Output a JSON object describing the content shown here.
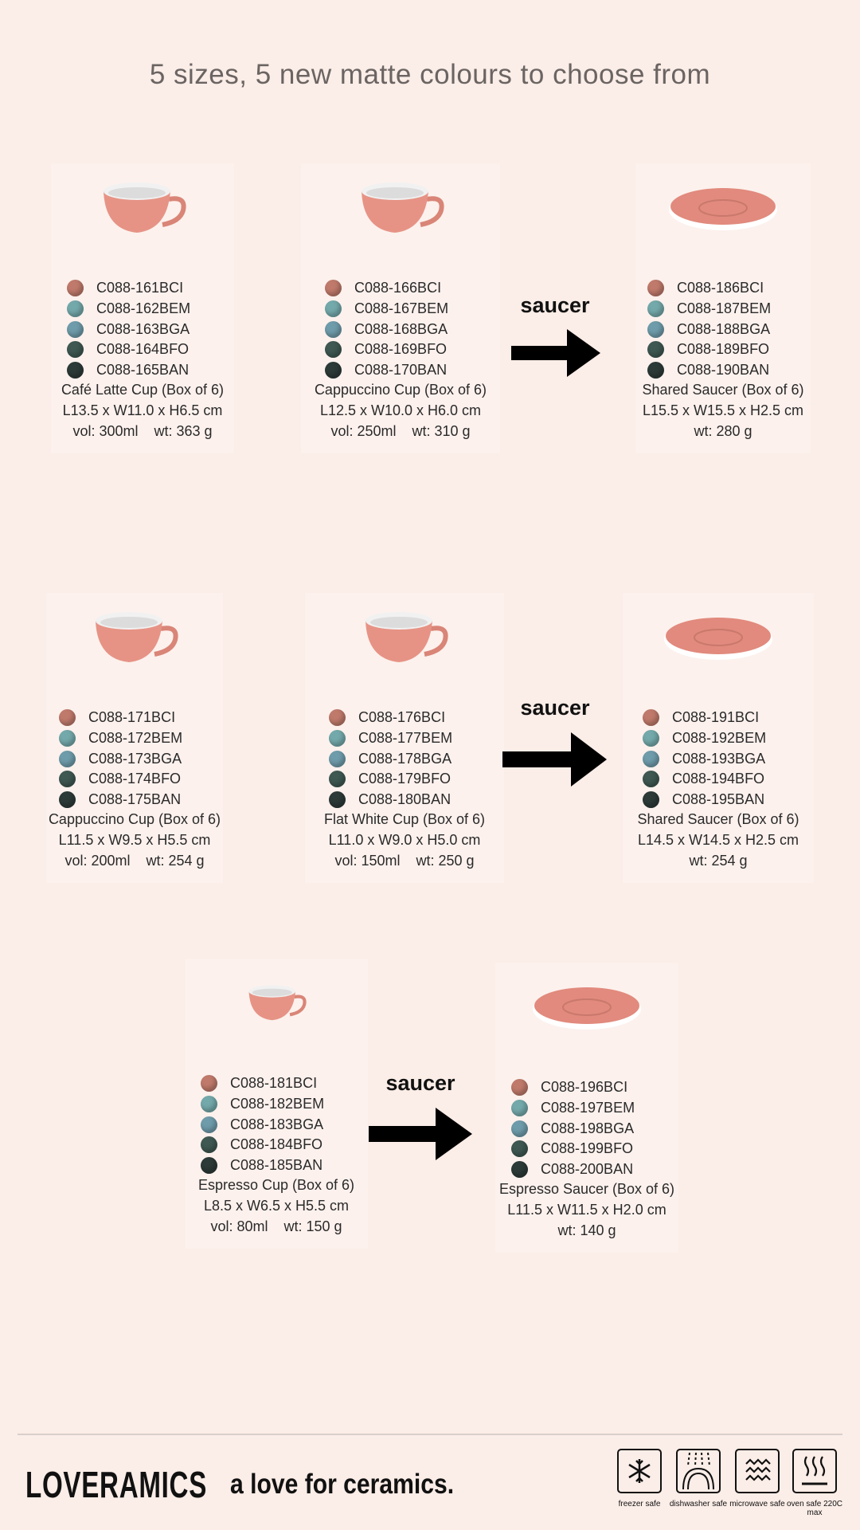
{
  "title": "5 sizes, 5 new matte colours to choose from",
  "colors": {
    "BCI": "#c07a6b",
    "BEM": "#74a9ab",
    "BGA": "#6f9cab",
    "BFO": "#3f5852",
    "BAN": "#2c3a38",
    "background": "#fbede7"
  },
  "saucer_label": "saucer",
  "cards": [
    {
      "kind": "cup",
      "name": "Café Latte Cup (Box of 6)",
      "dims": "L13.5 x W11.0 x H6.5 cm",
      "specs": "vol: 300ml    wt: 363 g",
      "codes": [
        {
          "code": "C088-161BCI",
          "color": "BCI"
        },
        {
          "code": "C088-162BEM",
          "color": "BEM"
        },
        {
          "code": "C088-163BGA",
          "color": "BGA"
        },
        {
          "code": "C088-164BFO",
          "color": "BFO"
        },
        {
          "code": "C088-165BAN",
          "color": "BAN"
        }
      ]
    },
    {
      "kind": "cup",
      "name": "Cappuccino Cup (Box of 6)",
      "dims": "L12.5 x W10.0 x H6.0 cm",
      "specs": "vol: 250ml    wt: 310 g",
      "codes": [
        {
          "code": "C088-166BCI",
          "color": "BCI"
        },
        {
          "code": "C088-167BEM",
          "color": "BEM"
        },
        {
          "code": "C088-168BGA",
          "color": "BGA"
        },
        {
          "code": "C088-169BFO",
          "color": "BFO"
        },
        {
          "code": "C088-170BAN",
          "color": "BAN"
        }
      ]
    },
    {
      "kind": "saucer",
      "name": "Shared Saucer (Box of 6)",
      "dims": "L15.5 x W15.5 x H2.5 cm",
      "specs": "wt: 280 g",
      "codes": [
        {
          "code": "C088-186BCI",
          "color": "BCI"
        },
        {
          "code": "C088-187BEM",
          "color": "BEM"
        },
        {
          "code": "C088-188BGA",
          "color": "BGA"
        },
        {
          "code": "C088-189BFO",
          "color": "BFO"
        },
        {
          "code": "C088-190BAN",
          "color": "BAN"
        }
      ]
    },
    {
      "kind": "cup",
      "name": "Cappuccino Cup (Box of 6)",
      "dims": "L11.5 x W9.5 x H5.5 cm",
      "specs": "vol: 200ml    wt: 254 g",
      "codes": [
        {
          "code": "C088-171BCI",
          "color": "BCI"
        },
        {
          "code": "C088-172BEM",
          "color": "BEM"
        },
        {
          "code": "C088-173BGA",
          "color": "BGA"
        },
        {
          "code": "C088-174BFO",
          "color": "BFO"
        },
        {
          "code": "C088-175BAN",
          "color": "BAN"
        }
      ]
    },
    {
      "kind": "cup",
      "name": "Flat White Cup (Box of 6)",
      "dims": "L11.0 x W9.0 x H5.0 cm",
      "specs": "vol: 150ml    wt: 250 g",
      "codes": [
        {
          "code": "C088-176BCI",
          "color": "BCI"
        },
        {
          "code": "C088-177BEM",
          "color": "BEM"
        },
        {
          "code": "C088-178BGA",
          "color": "BGA"
        },
        {
          "code": "C088-179BFO",
          "color": "BFO"
        },
        {
          "code": "C088-180BAN",
          "color": "BAN"
        }
      ]
    },
    {
      "kind": "saucer",
      "name": "Shared Saucer (Box of 6)",
      "dims": "L14.5 x W14.5 x H2.5 cm",
      "specs": "wt: 254 g",
      "codes": [
        {
          "code": "C088-191BCI",
          "color": "BCI"
        },
        {
          "code": "C088-192BEM",
          "color": "BEM"
        },
        {
          "code": "C088-193BGA",
          "color": "BGA"
        },
        {
          "code": "C088-194BFO",
          "color": "BFO"
        },
        {
          "code": "C088-195BAN",
          "color": "BAN"
        }
      ]
    },
    {
      "kind": "espresso",
      "name": "Espresso Cup (Box of 6)",
      "dims": "L8.5 x W6.5 x H5.5 cm",
      "specs": "vol: 80ml    wt: 150 g",
      "codes": [
        {
          "code": "C088-181BCI",
          "color": "BCI"
        },
        {
          "code": "C088-182BEM",
          "color": "BEM"
        },
        {
          "code": "C088-183BGA",
          "color": "BGA"
        },
        {
          "code": "C088-184BFO",
          "color": "BFO"
        },
        {
          "code": "C088-185BAN",
          "color": "BAN"
        }
      ]
    },
    {
      "kind": "saucer",
      "name": "Espresso Saucer (Box of 6)",
      "dims": "L11.5 x W11.5 x H2.0 cm",
      "specs": "wt: 140 g",
      "codes": [
        {
          "code": "C088-196BCI",
          "color": "BCI"
        },
        {
          "code": "C088-197BEM",
          "color": "BEM"
        },
        {
          "code": "C088-198BGA",
          "color": "BGA"
        },
        {
          "code": "C088-199BFO",
          "color": "BFO"
        },
        {
          "code": "C088-200BAN",
          "color": "BAN"
        }
      ]
    }
  ],
  "footer": {
    "brand": "LOVERAMICS",
    "tagline": "a love for ceramics.",
    "care": [
      {
        "icon": "snowflake-icon",
        "label": "freezer safe"
      },
      {
        "icon": "dishwasher-icon",
        "label": "dishwasher safe"
      },
      {
        "icon": "microwave-icon",
        "label": "microwave safe"
      },
      {
        "icon": "oven-icon",
        "label": "oven safe 220C max"
      }
    ]
  }
}
